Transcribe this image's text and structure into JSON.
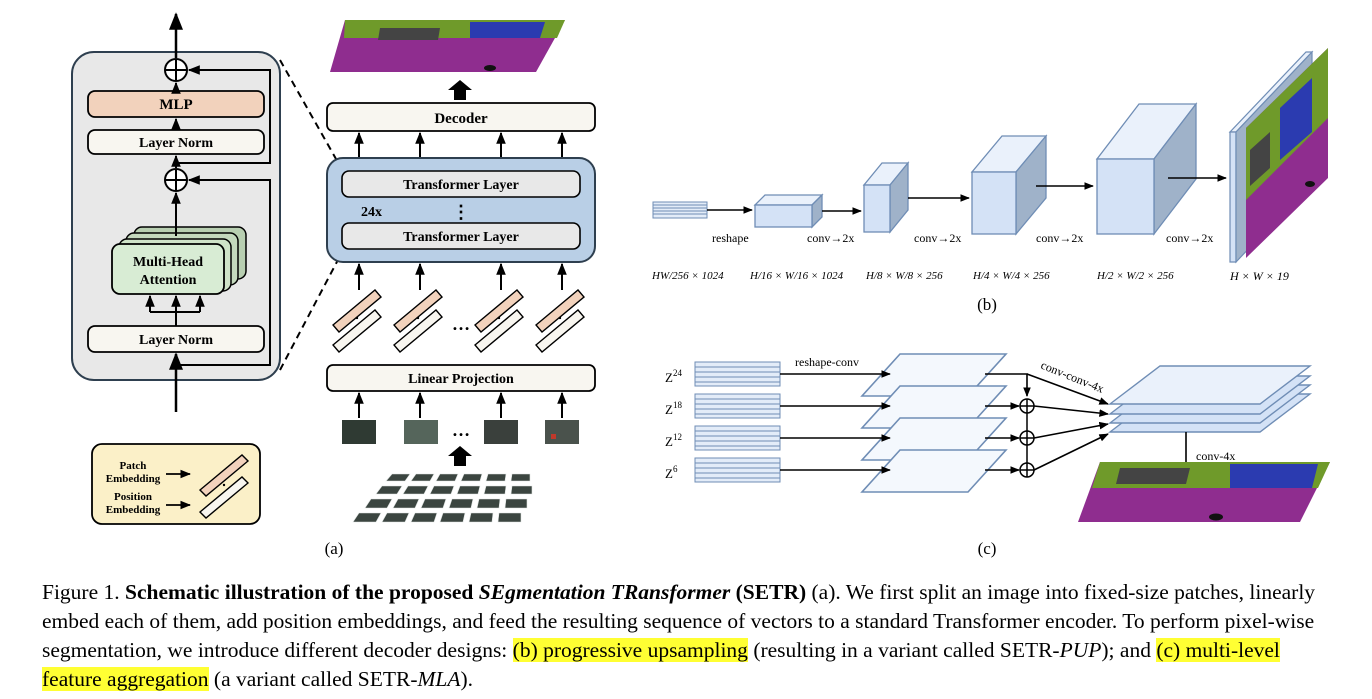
{
  "panel_a": {
    "encoder_block": {
      "mlp": "MLP",
      "layer_norm_top": "Layer Norm",
      "mha_line1": "Multi-Head",
      "mha_line2": "Attention",
      "layer_norm_bottom": "Layer Norm"
    },
    "decoder": "Decoder",
    "transformer_layer_top": "Transformer Layer",
    "transformer_layer_bottom": "Transformer Layer",
    "repeat_count": "24x",
    "vertical_ellipsis": "⋮",
    "linear_projection": "Linear Projection",
    "ellipsis": "…",
    "legend": {
      "patch_line1": "Patch",
      "patch_line2": "Embedding",
      "position_line1": "Position",
      "position_line2": "Embedding"
    },
    "label": "(a)"
  },
  "panel_b": {
    "labels": [
      "reshape",
      "conv→2x",
      "conv→2x",
      "conv→2x",
      "conv→2x"
    ],
    "dims": [
      "HW/256 × 1024",
      "H/16 × W/16 × 1024",
      "H/8 × W/8 × 256",
      "H/4 × W/4 × 256",
      "H/2 × W/2 × 256",
      "H × W × 19"
    ],
    "label": "(b)"
  },
  "panel_c": {
    "inputs": [
      "Z",
      "Z",
      "Z",
      "Z"
    ],
    "input_sups": [
      "24",
      "18",
      "12",
      "6"
    ],
    "reshape_conv": "reshape-conv",
    "conv_conv_4x": "conv-conv-4x",
    "conv_4x": "conv-4x",
    "label": "(c)"
  },
  "caption": {
    "prefix": "Figure 1. ",
    "bold1": "Schematic illustration of the proposed ",
    "bold_italic": "SEgmentation TRansformer",
    "bold2": " (SETR)",
    "text1": " (a). We first split an image into fixed-size patches, linearly embed each of them, add position embeddings, and feed the resulting sequence of vectors to a standard Transformer encoder. To perform pixel-wise segmentation, we introduce different decoder designs: ",
    "hl1": "(b) progressive upsampling",
    "text2": " (resulting in a variant called SETR-",
    "italic1": "PUP",
    "text3": "); and ",
    "hl2": "(c) multi-level feature aggregation",
    "text4": " (a variant called SETR-",
    "italic2": "MLA",
    "text5": ")."
  },
  "colors": {
    "encoder_bg": "#e8e8e8",
    "mlp_fill": "#f2d2bc",
    "mha_fill": "#d8ecd4",
    "transformer_bg": "#b9cfe6",
    "box_cream": "#f8f6f0",
    "legend_bg": "#fbf0c8",
    "cube_face": "#d4e2f6",
    "cube_top": "#eaf1fb",
    "cube_side": "#9fb2c9",
    "highlight": "#ffff33",
    "seg_purple": "#8f2d8f",
    "seg_green": "#6f9a2a",
    "seg_blue": "#2b3bb0"
  }
}
